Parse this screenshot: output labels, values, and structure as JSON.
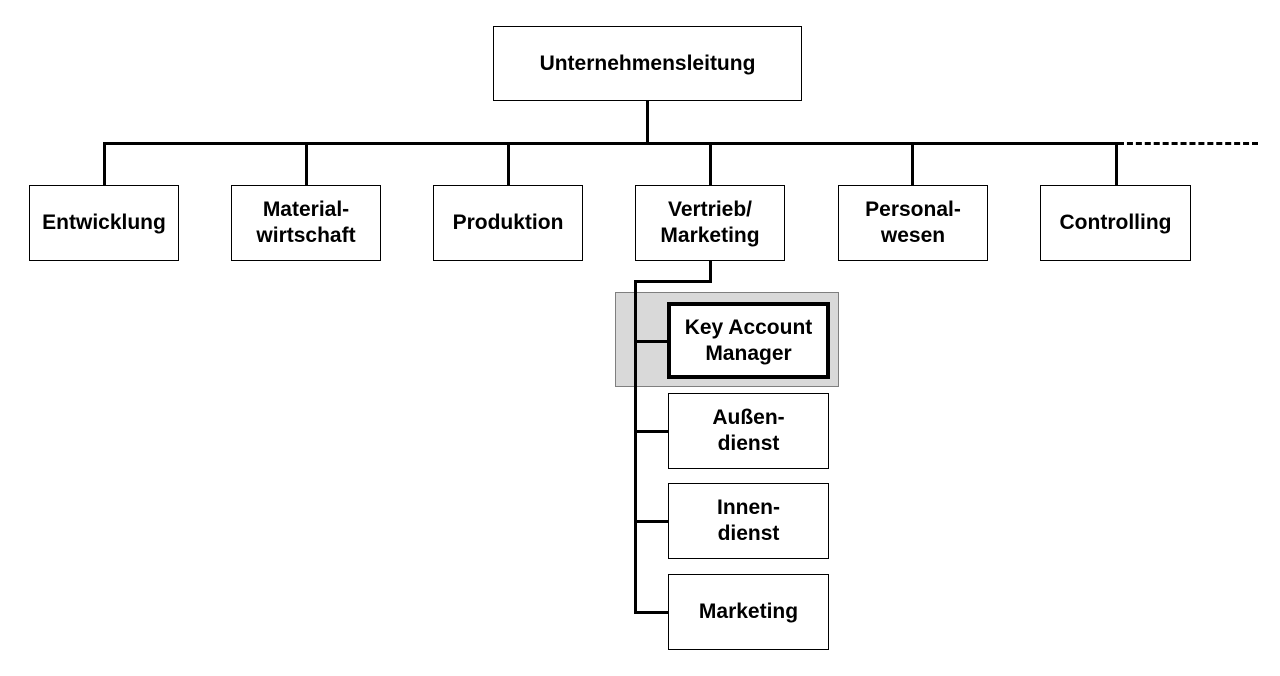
{
  "root": {
    "label": "Unternehmensleitung"
  },
  "departments": [
    {
      "id": "entwicklung",
      "label": "Entwicklung"
    },
    {
      "id": "materialwirtschaft",
      "label": "Material-\nwirtschaft"
    },
    {
      "id": "produktion",
      "label": "Produktion"
    },
    {
      "id": "vertrieb",
      "label": "Vertrieb/\nMarketing"
    },
    {
      "id": "personalwesen",
      "label": "Personal-\nwesen"
    },
    {
      "id": "controlling",
      "label": "Controlling"
    }
  ],
  "sub_units": [
    {
      "id": "key-account-manager",
      "label": "Key Account\nManager",
      "highlighted": true
    },
    {
      "id": "aussendienst",
      "label": "Außen-\ndienst",
      "highlighted": false
    },
    {
      "id": "innendienst",
      "label": "Innen-\ndienst",
      "highlighted": false
    },
    {
      "id": "marketing",
      "label": "Marketing",
      "highlighted": false
    }
  ],
  "colors": {
    "line": "#000000",
    "box_fill": "#ffffff",
    "highlight_fill": "#d9d9d9"
  }
}
